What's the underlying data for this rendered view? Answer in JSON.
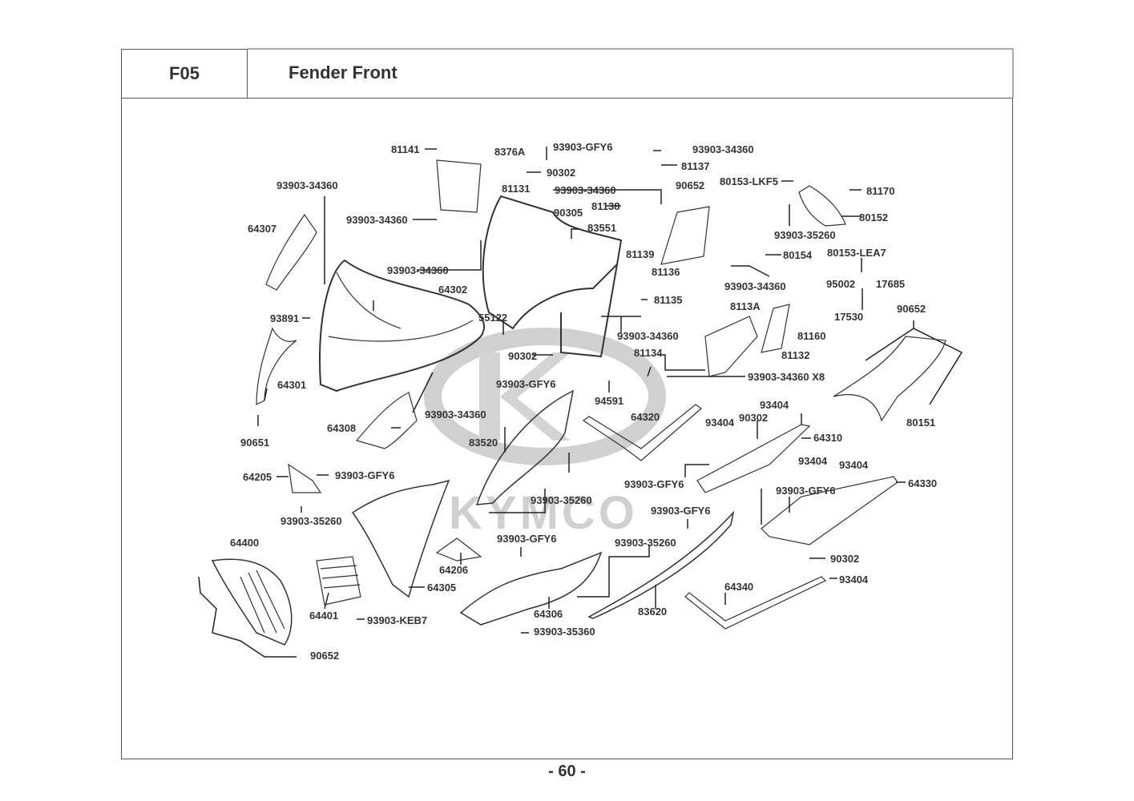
{
  "header": {
    "section_code": "F05",
    "title": "Fender Front"
  },
  "footer": {
    "page_number": "- 60 -"
  },
  "watermark": {
    "brand": "KYMCO"
  },
  "colors": {
    "text": "#333333",
    "frame": "#555555",
    "watermark": "#cccccc",
    "line": "#222222"
  },
  "part_labels": [
    "81141",
    "8376A",
    "93903-GFY6",
    "90302",
    "93903-34360",
    "81137",
    "93903-34360",
    "64307",
    "93903-34360",
    "81131",
    "93903-34360",
    "81138",
    "90652",
    "80153-LKF5",
    "81170",
    "80152",
    "90305",
    "83551",
    "93903-35260",
    "81139",
    "81136",
    "80154",
    "80153-LEA7",
    "93903-34360",
    "93903-34360",
    "95002",
    "17685",
    "64302",
    "81135",
    "17530",
    "93891",
    "55122",
    "8113A",
    "81160",
    "90652",
    "93903-34360",
    "81132",
    "90302",
    "81134",
    "93903-34360 X8",
    "64301",
    "93903-GFY6",
    "94591",
    "93404",
    "64320",
    "93404",
    "90302",
    "80151",
    "64308",
    "93903-34360",
    "64310",
    "90651",
    "83520",
    "93404",
    "93404",
    "64330",
    "93903-GFY6",
    "64205",
    "93903-GFY6",
    "93903-35260",
    "93903-GFY6",
    "93903-35260",
    "93903-GFY6",
    "64400",
    "93903-GFY6",
    "93903-35260",
    "64206",
    "64305",
    "64340",
    "90302",
    "93404",
    "64401",
    "93903-KEB7",
    "64306",
    "83620",
    "93903-35360",
    "90652"
  ]
}
